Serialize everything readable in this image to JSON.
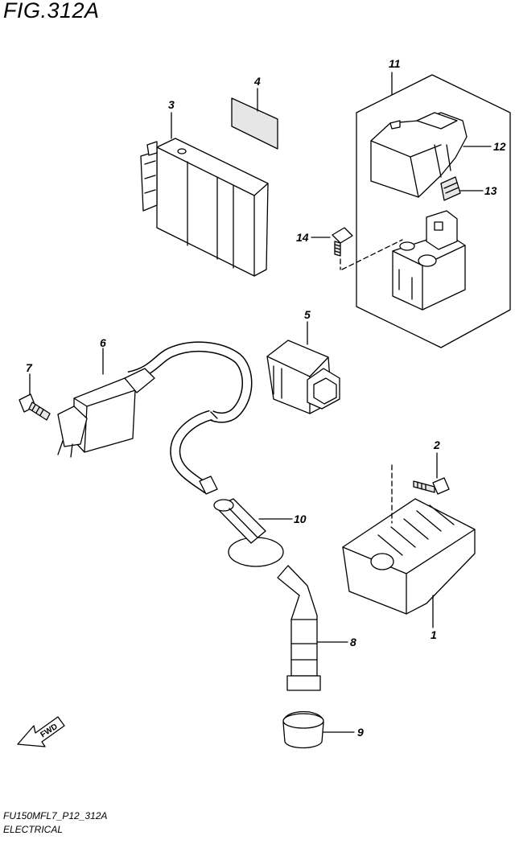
{
  "figure": {
    "title": "FIG.312A"
  },
  "footer": {
    "code": "FU150MFL7_P12_312A",
    "caption": "ELECTRICAL"
  },
  "fwd_label": "FWD",
  "callouts": [
    "1",
    "2",
    "3",
    "4",
    "5",
    "6",
    "7",
    "8",
    "9",
    "10",
    "11",
    "12",
    "13",
    "14"
  ]
}
